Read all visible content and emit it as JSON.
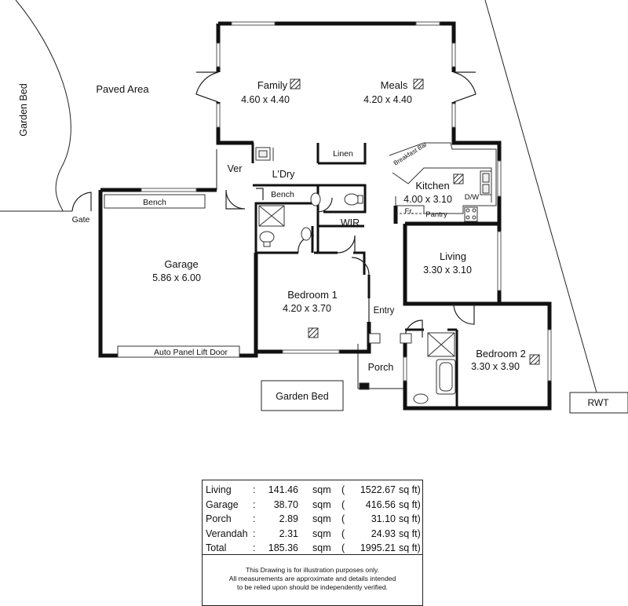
{
  "rooms": {
    "family": {
      "name": "Family",
      "size": "4.60 x 4.40"
    },
    "meals": {
      "name": "Meals",
      "size": "4.20 x 4.40"
    },
    "kitchen": {
      "name": "Kitchen",
      "size": "4.00 x 3.10"
    },
    "living": {
      "name": "Living",
      "size": "3.30 x 3.10"
    },
    "garage": {
      "name": "Garage",
      "size": "5.86 x 6.00"
    },
    "bedroom1": {
      "name": "Bedroom 1",
      "size": "4.20 x 3.70"
    },
    "bedroom2": {
      "name": "Bedroom 2",
      "size": "3.30 x 3.90"
    }
  },
  "labels": {
    "paved_area": "Paved Area",
    "garden_bed_left": "Garden Bed",
    "garden_bed_bottom": "Garden Bed",
    "gate": "Gate",
    "ver": "Ver",
    "ldry": "L'Dry",
    "linen": "Linen",
    "bench_laundry": "Bench",
    "bench_garage": "Bench",
    "wir": "WIR",
    "breakfast_bar": "Breakfast Bar",
    "dw": "D/W",
    "fr": "Fr.",
    "pantry": "Pantry",
    "entry": "Entry",
    "porch": "Porch",
    "auto_door": "Auto Panel Lift Door",
    "rwt": "RWT"
  },
  "area_table": {
    "rows": [
      {
        "name": "Living",
        "colon": ":",
        "sqm": "141.46",
        "unit1": "sqm",
        "paren": "(",
        "sqft": "1522.67",
        "unit2": "sq ft)"
      },
      {
        "name": "Garage",
        "colon": ":",
        "sqm": "38.70",
        "unit1": "sqm",
        "paren": "(",
        "sqft": "416.56",
        "unit2": "sq ft)"
      },
      {
        "name": "Porch",
        "colon": ":",
        "sqm": "2.89",
        "unit1": "sqm",
        "paren": "(",
        "sqft": "31.10",
        "unit2": "sq ft)"
      },
      {
        "name": "Verandah",
        "colon": ":",
        "sqm": "2.31",
        "unit1": "sqm",
        "paren": "(",
        "sqft": "24.93",
        "unit2": "sq ft)"
      },
      {
        "name": "Total",
        "colon": ":",
        "sqm": "185.36",
        "unit1": "sqm",
        "paren": "(",
        "sqft": "1995.21",
        "unit2": "sq ft)"
      }
    ],
    "disclaimer": [
      "This Drawing is for illustration purposes only.",
      "All measurements are approximate and details intended",
      "to be relied upon should be independently verified."
    ]
  }
}
